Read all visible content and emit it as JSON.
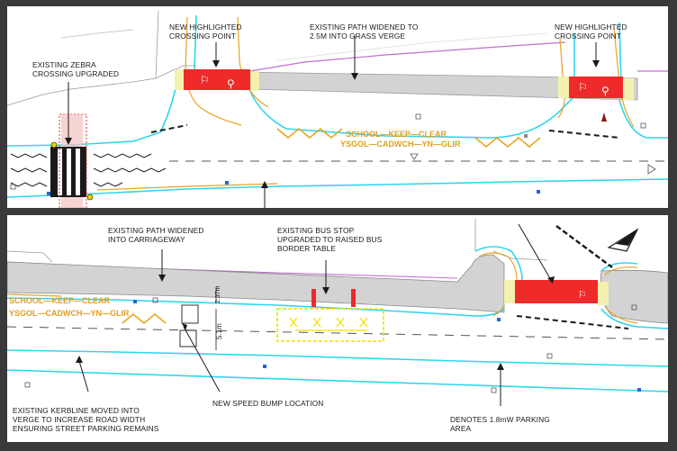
{
  "colors": {
    "path_grey": "#d3d3d3",
    "crossing_red": "#ee2a2a",
    "kerb_cyan": "#2fd6ee",
    "verge_purple": "#c070d0",
    "school_marking": "#e6a422",
    "callout_line": "#1a1a1a",
    "bus_border": "#f2e000"
  },
  "top_panel": {
    "labels": {
      "zebra_line1": "EXISTING ZEBRA",
      "zebra_line2": "CROSSING UPGRADED",
      "crossing_left_line1": "NEW HIGHLIGHTED",
      "crossing_left_line2": "CROSSING POINT",
      "path_widened_line1": "EXISTING PATH WIDENED TO",
      "path_widened_line2": "2.5M INTO GRASS VERGE",
      "crossing_right_line1": "NEW HIGHLIGHTED",
      "crossing_right_line2": "CROSSING POINT"
    },
    "school_marking": {
      "line1": "SCHOOL—KEEP—CLEAR",
      "line2": "YSGOL—CADWCH—YN—GLIR"
    }
  },
  "bottom_panel": {
    "labels": {
      "path_carriageway_line1": "EXISTING PATH WIDENED",
      "path_carriageway_line2": "INTO CARRIAGEWAY",
      "bus_stop_line1": "EXISTING BUS STOP",
      "bus_stop_line2": "UPGRADED TO RAISED BUS",
      "bus_stop_line3": "BORDER TABLE",
      "speed_bump": "NEW SPEED BUMP LOCATION",
      "kerbline_line1": "EXISTING KERBLINE MOVED INTO",
      "kerbline_line2": "VERGE TO INCREASE ROAD WIDTH",
      "kerbline_line3": "ENSURING STREET PARKING REMAINS",
      "parking_line1": "DENOTES 1.8mW PARKING",
      "parking_line2": "AREA"
    },
    "dimensions": {
      "path_width": "2.37m",
      "road_width": "5.1m"
    },
    "school_marking": {
      "line1": "SCHOOL—KEEP—CLEAR",
      "line2": "YSGOL—CADWCH—YN—GLIR"
    }
  }
}
